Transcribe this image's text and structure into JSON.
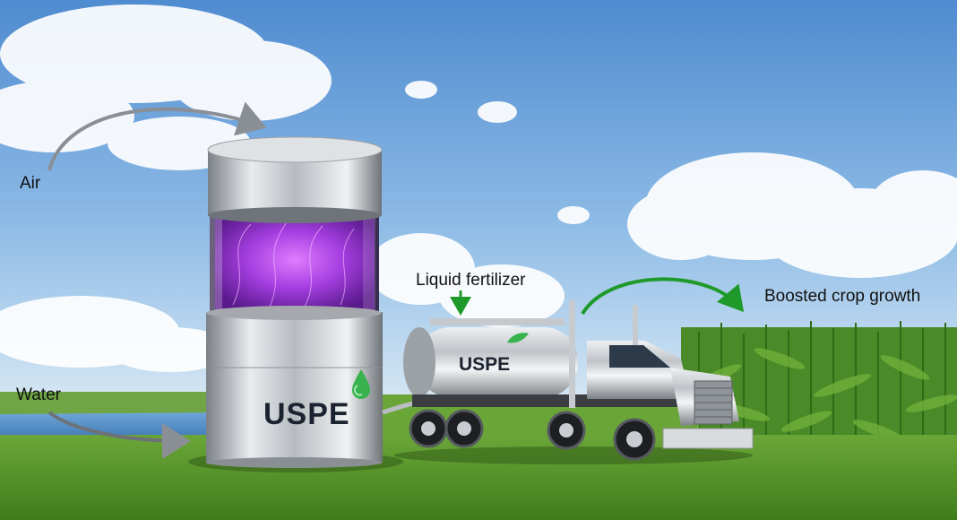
{
  "labels": {
    "air": "Air",
    "water": "Water",
    "liquid_fertilizer": "Liquid fertilizer",
    "boosted_crop_growth": "Boosted crop growth"
  },
  "brand": {
    "tank_logo": "USPE",
    "truck_logo": "USPE"
  },
  "colors": {
    "sky_top": "#5a93d3",
    "sky_horizon": "#cfe3f4",
    "grass": "#5f9e2c",
    "corn": "#4d8a2a",
    "plasma": "#b040e8",
    "steel": "#c9ccd0",
    "arrow_gray": "#8a8f96",
    "arrow_green": "#1f9a2a",
    "logo_dark": "#1c2330",
    "drop_green": "#37b24d"
  }
}
